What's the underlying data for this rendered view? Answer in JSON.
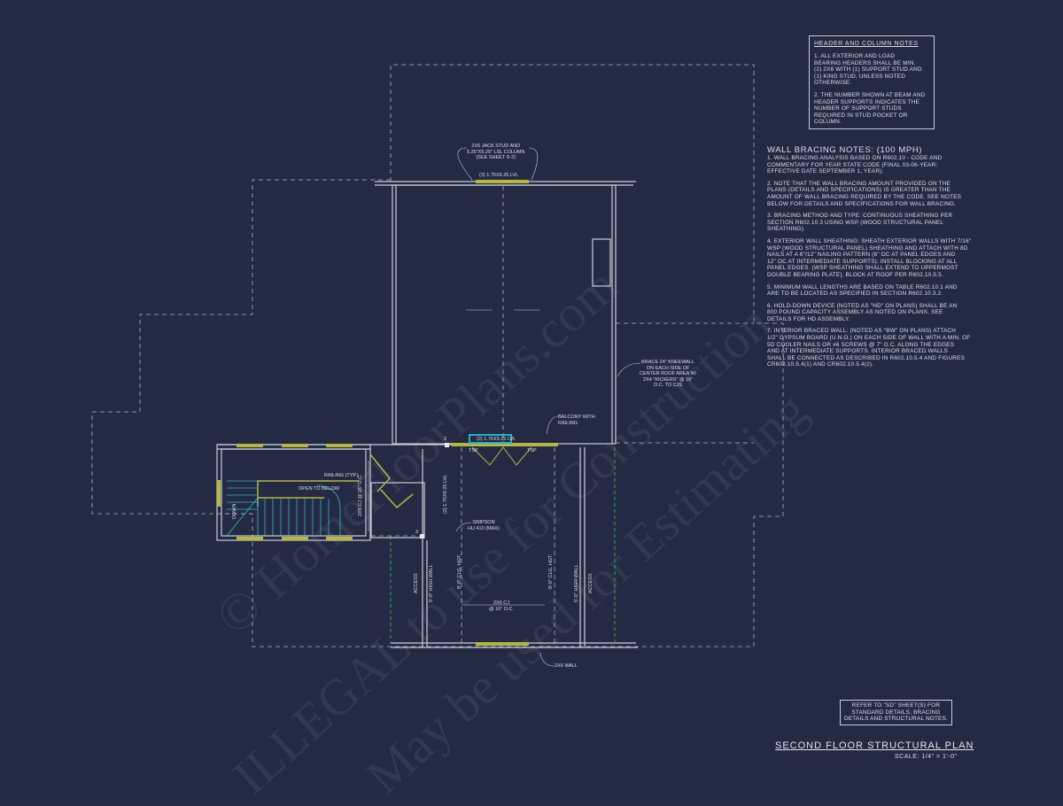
{
  "header_notes": {
    "title": "HEADER AND COLUMN NOTES",
    "items": [
      [
        "1. ALL EXTERIOR AND LOAD",
        "BEARING HEADERS SHALL BE MIN.",
        "(2) 2x6 WITH (1) SUPPORT STUD AND",
        "(1) KING STUD, UNLESS NOTED",
        "OTHERWISE."
      ],
      [
        "2. THE NUMBER SHOWN AT BEAM AND",
        "HEADER SUPPORTS INDICATES THE",
        "NUMBER OF SUPPORT STUDS",
        "REQUIRED IN STUD POCKET OR",
        "COLUMN."
      ]
    ]
  },
  "bracing_notes": {
    "title": "WALL BRACING NOTES: (100 MPH)",
    "items": [
      [
        "1. WALL BRACING ANALYSIS BASED ON R602.10 - CODE AND",
        "COMMENTARY FOR YEAR STATE CODE (FINAL 03-06-YEAR:",
        "EFFECTIVE DATE SEPTEMBER 1, YEAR)."
      ],
      [
        "2. NOTE THAT THE WALL BRACING AMOUNT PROVIDED ON THE",
        "PLANS (DETAILS AND SPECIFICATIONS) IS GREATER THAN THE",
        "AMOUNT OF WALL BRACING REQUIRED BY THE CODE. SEE NOTES",
        "BELOW FOR DETAILS AND SPECIFICATIONS FOR WALL BRACING."
      ],
      [
        "3. BRACING METHOD AND TYPE: CONTINUOUS SHEATHING PER",
        "SECTION R602.10.3 USING WSP (WOOD STRUCTURAL PANEL",
        "SHEATHING)."
      ],
      [
        "4. EXTERIOR WALL SHEATHING: SHEATH EXTERIOR WALLS WITH 7/16\"",
        "WSP (WOOD STRUCTURAL PANEL) SHEATHING AND ATTACH WITH 8d",
        "NAILS AT A 6\"/12\" NAILING PATTERN (6\" OC AT PANEL EDGES AND",
        "12\" OC AT INTERMEDIATE SUPPORTS). INSTALL BLOCKING AT ALL",
        "PANEL EDGES. (WSP SHEATHING SHALL EXTEND TO UPPERMOST",
        "DOUBLE BEARING PLATE). BLOCK AT ROOF PER R602.10.5.5."
      ],
      [
        "5. MINIMUM WALL LENGTHS ARE BASED ON TABLE R602.10.1 AND",
        "ARE TO BE LOCATED AS SPECIFIED IN SECTION R602.10.3.2."
      ],
      [
        "6. HOLD-DOWN DEVICE (NOTED AS \"HD\" ON PLANS) SHALL BE AN",
        "800 POUND CAPACITY ASSEMBLY AS NOTED ON PLANS. SEE",
        "DETAILS FOR HD ASSEMBLY."
      ],
      [
        "7. INTERIOR BRACED WALL: (NOTED AS \"BW\" ON PLANS) ATTACH",
        "1/2\" GYPSUM BOARD (U.N.O.) ON EACH SIDE OF WALL WITH A MIN. OF",
        "5d COOLER NAILS OR #6 SCREWS @ 7\" O.C. ALONG THE EDGES",
        "AND AT INTERMEDIATE SUPPORTS.  INTERIOR BRACED WALLS",
        "SHALL BE CONNECTED AS DESCRIBED IN R602.10.5.4 AND FIGURES",
        "CR602.10.5.4(1) AND CR602.10.5.4(2)."
      ]
    ]
  },
  "reference_note": [
    "REFER TO \"SD\" SHEET(S) FOR",
    "STANDARD DETAILS, BRACING",
    "DETAILS AND STRUCTURAL NOTES."
  ],
  "sheet_title": "SECOND FLOOR STRUCTURAL PLAN",
  "scale": "SCALE: 1/4\" = 1'-0\"",
  "labels": {
    "jack_stud": [
      "2x6 JACK STUD AND",
      "5.25\"x5.25\" LSL COLUMN",
      "(SEE SHEET S-2)"
    ],
    "top_lvl": "(3) 1.75x9.25 LVL",
    "kneewall": [
      "BRACE 24\" KNEEWALL",
      "ON EACH SIDE OF",
      "CENTER ROOF AREA W/",
      "2x4 \"KICKERS\" @ 16\"",
      "O.C. TO CJS"
    ],
    "balcony": [
      "BALCONY WITH",
      "RAILING"
    ],
    "balcony_lvl": "(2) 1.75x9.25 LVL",
    "tsp_left": "TSP",
    "tsp_right": "TSP",
    "post_2": "2",
    "post_3": "3",
    "railing": "RAILING (TYP.)",
    "open_below": "OPEN TO BELOW",
    "down": "DOWN",
    "stair_cj": "2x6 CJ @ 16\" O.C.",
    "vertical_lvl": "(2) 1.75x9.25 LVL",
    "simpson": [
      "SIMPSON",
      "HU 410 (MAX)"
    ],
    "access_left": "ACCESS",
    "high_wall_left": "5'-0\" HIGH WALL",
    "clg_ht_left": "8'-0\" CLG. HGT.",
    "cj": [
      "2x6 CJ",
      "@ 16\" O.C."
    ],
    "clg_ht_right": "8'-0\" CLG. HGT.",
    "high_wall_right": "5'-0\" HIGH WALL",
    "access_right": "ACCESS",
    "wall_2x6": "2x6 WALL"
  },
  "watermark": [
    "© HomeFloorPlans.com",
    "ILLEGAL to use for Construction",
    "May be used for Estimating"
  ],
  "colors": {
    "background": "#252a44",
    "line": "#c9ccd8",
    "header": "#b5b83a",
    "balcony": "#1fb5c4",
    "stair": "#2fb8c8",
    "green": "#2fa84f"
  }
}
